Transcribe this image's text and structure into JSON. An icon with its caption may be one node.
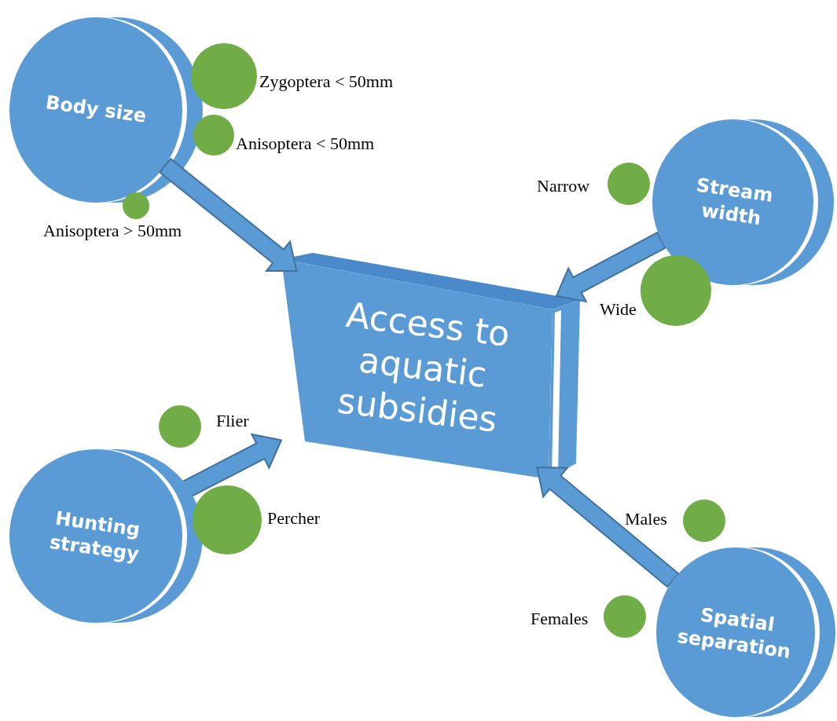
{
  "diagram": {
    "nodes": [
      {
        "text": [
          "Access to aquatic subsidies"
        ]
      },
      {
        "text": [
          "Body size"
        ]
      },
      {
        "text": [],
        "shape": "circle",
        "beside": [
          "Zygoptera < 50mm"
        ]
      },
      {
        "text": [],
        "shape": "circle",
        "beside": [
          "Anisoptera < 50mm"
        ]
      },
      {
        "text": [],
        "shape": "circle",
        "beside": [
          "Anisoptera > 50mm"
        ]
      },
      {
        "text": [
          "Stream width"
        ]
      },
      {
        "text": [],
        "shape": "circle",
        "beside": [
          "Narrow"
        ]
      },
      {
        "text": [],
        "shape": "circle",
        "beside": [
          "Wide"
        ]
      },
      {
        "text": [
          "Hunting strategy"
        ]
      },
      {
        "text": [],
        "shape": "circle",
        "beside": [
          "Flier"
        ]
      },
      {
        "text": [],
        "shape": "circle",
        "beside": [
          "Percher"
        ]
      },
      {
        "text": [
          "Spatial separation"
        ]
      },
      {
        "text": [],
        "shape": "circle",
        "beside": [
          "Males"
        ]
      },
      {
        "text": [],
        "shape": "circle",
        "beside": [
          "Females"
        ]
      }
    ],
    "edges": [
      {
        "from": 1,
        "to": 0,
        "arrow": "to"
      },
      {
        "from": 5,
        "to": 0,
        "arrow": "to"
      },
      {
        "from": 8,
        "to": 0,
        "arrow": "to"
      },
      {
        "from": 11,
        "to": 0,
        "arrow": "to"
      }
    ]
  }
}
